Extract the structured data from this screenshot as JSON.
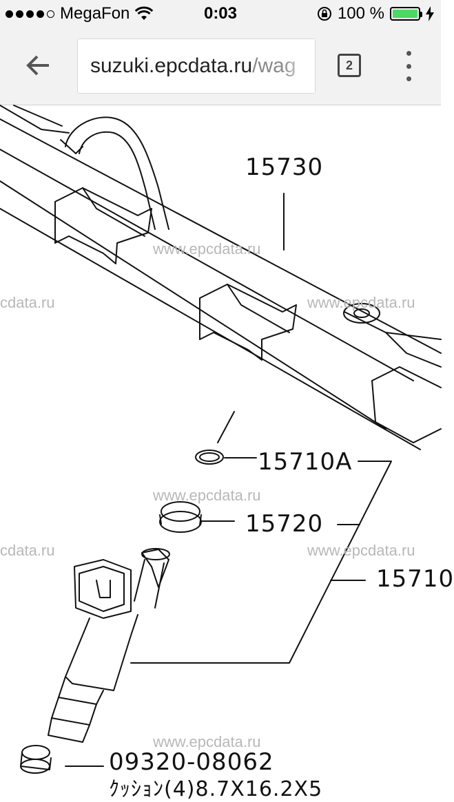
{
  "status_bar": {
    "carrier": "MegaFon",
    "time": "0:03",
    "battery": "100 %",
    "signal_bars_filled": 4,
    "signal_bars_total": 5
  },
  "toolbar": {
    "url_host": "suzuki.epcdata.ru",
    "url_rest": "/wag",
    "tab_count": "2"
  },
  "diagram": {
    "labels": {
      "part_15730": "15730",
      "part_15710a": "15710A",
      "part_15720": "15720",
      "part_15710": "15710",
      "part_09320": "09320-08062",
      "part_bottom_desc": "ｸｯｼｮﾝ(4)8.7X16.2X5"
    },
    "watermark": "www.epcdata.ru",
    "watermark_partial": "cdata.ru"
  },
  "colors": {
    "battery": "#4cd964",
    "toolbar_bg": "#f2f2f2",
    "watermark": "#b8b8b8"
  }
}
